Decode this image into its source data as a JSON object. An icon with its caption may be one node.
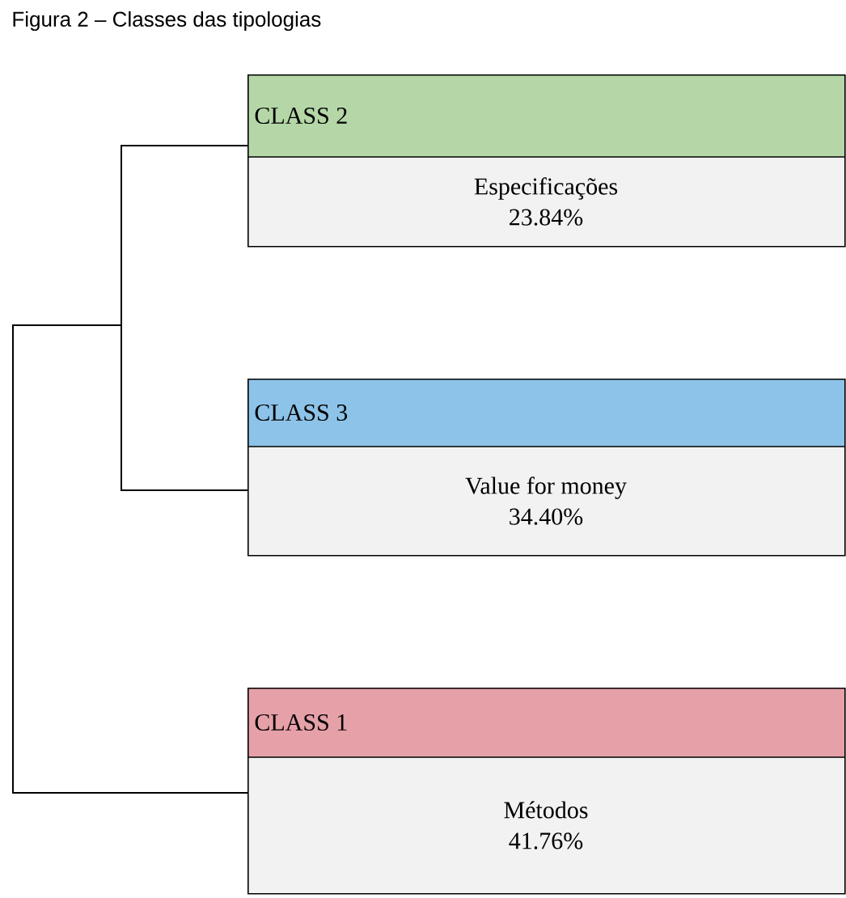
{
  "diagram": {
    "title": "Figura 2 – Classes das tipologias",
    "nodes": [
      {
        "text": [
          "CLASS 2",
          "Especificações",
          "23.84%"
        ]
      },
      {
        "text": [
          "CLASS 3",
          "Value for money",
          "34.40%"
        ]
      },
      {
        "text": [
          "CLASS 1",
          "Métodos",
          "41.76%"
        ]
      }
    ],
    "edges": [
      {
        "from": 0,
        "to": 1,
        "arrow": "none"
      },
      {
        "from": null,
        "to": 2,
        "arrow": "none"
      }
    ]
  }
}
